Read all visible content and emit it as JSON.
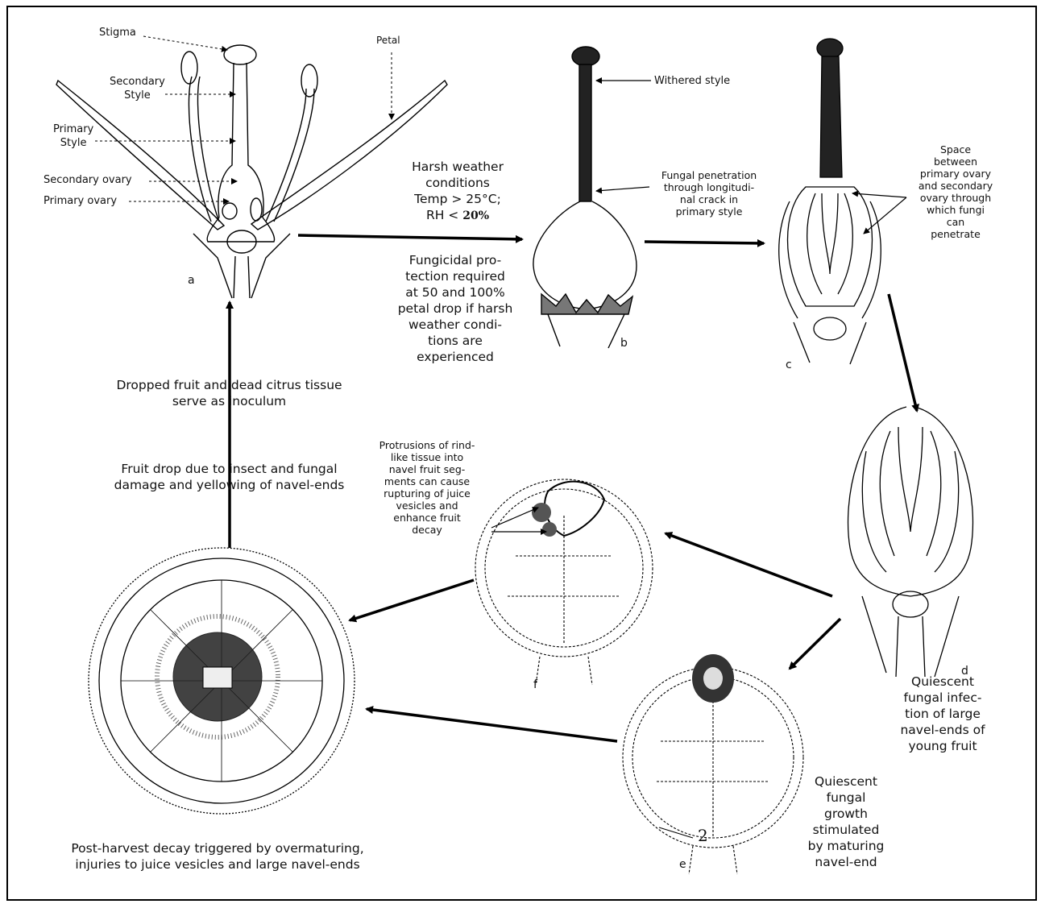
{
  "labels": {
    "stigma": "Stigma",
    "secondary_style": [
      "Secondary",
      "Style"
    ],
    "primary_style": [
      "Primary",
      "Style"
    ],
    "secondary_ovary": "Secondary ovary",
    "primary_ovary": "Primary ovary",
    "petal": "Petal",
    "withered_style": "Withered style",
    "fungal_penetration": [
      "Fungal penetration",
      "through longitudi-",
      "nal crack in",
      "primary style"
    ],
    "space_between": [
      "Space",
      "between",
      "primary ovary",
      "and secondary",
      "ovary through",
      "which fungi",
      "can",
      "penetrate"
    ],
    "protrusions": [
      "Protrusions of rind-",
      "like tissue into",
      "navel fruit seg-",
      "ments can cause",
      "rupturing of juice",
      "vesicles and",
      "enhance fruit",
      "decay"
    ]
  },
  "panel_letters": {
    "a": "a",
    "b": "b",
    "c": "c",
    "d": "d",
    "e": "e",
    "f": "f"
  },
  "texts": {
    "harsh_weather": [
      "Harsh weather",
      "conditions",
      "Temp > 25°C;"
    ],
    "rh_prefix": "RH < ",
    "rh_value": "20%",
    "fungicidal": [
      "Fungicidal pro-",
      "tection required",
      "at 50 and 100%",
      "petal drop if harsh",
      "weather condi-",
      "tions are",
      "experienced"
    ],
    "dropped_fruit": [
      "Dropped fruit and dead citrus tissue",
      "serve as inoculum"
    ],
    "fruit_drop": [
      "Fruit drop due to insect and fungal",
      "damage and yellowing of navel-ends"
    ],
    "quiescent_infection": [
      "Quiescent",
      "fungal infec-",
      "tion of large",
      "navel-ends of",
      "young fruit"
    ],
    "quiescent_growth": [
      "Quiescent",
      "fungal",
      "growth",
      "stimulated",
      "by maturing",
      "navel-end"
    ],
    "post_harvest": [
      "Post-harvest decay triggered by overmaturing,",
      "injuries to juice vesicles and large navel-ends"
    ],
    "stray_mark": "2"
  }
}
